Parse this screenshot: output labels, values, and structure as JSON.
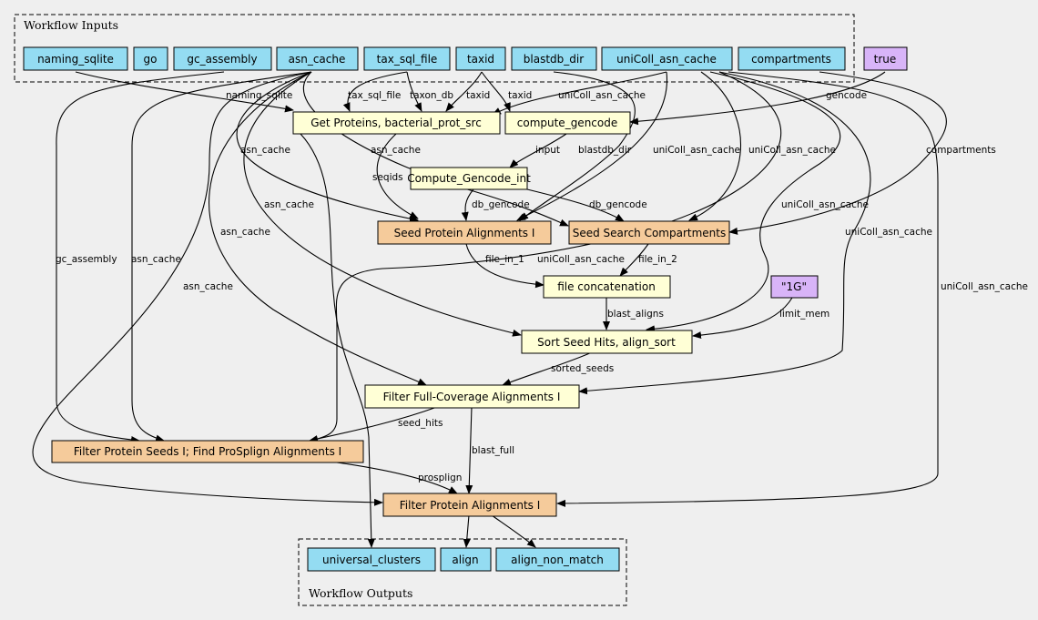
{
  "colors": {
    "background": "#efefef",
    "io_node": "#94dcf2",
    "step_plain": "#ffffd6",
    "step_orange": "#f5cb9b",
    "constant": "#d8b4f8"
  },
  "clusters": {
    "inputs": {
      "label": "Workflow Inputs"
    },
    "outputs": {
      "label": "Workflow Outputs"
    }
  },
  "nodes": {
    "naming_sqlite": "naming_sqlite",
    "go": "go",
    "gc_assembly": "gc_assembly",
    "asn_cache": "asn_cache",
    "tax_sql_file": "tax_sql_file",
    "taxid": "taxid",
    "blastdb_dir": "blastdb_dir",
    "uniColl_asn_cache": "uniColl_asn_cache",
    "compartments": "compartments",
    "true_const": "true",
    "get_proteins": "Get Proteins, bacterial_prot_src",
    "compute_gencode": "compute_gencode",
    "compute_gencode_int": "Compute_Gencode_int",
    "seed_protein": "Seed Protein Alignments I",
    "seed_search": "Seed Search Compartments",
    "file_concat": "file concatenation",
    "mem_const": "\"1G\"",
    "sort_seed": "Sort Seed Hits, align_sort",
    "filter_full": "Filter Full-Coverage Alignments I",
    "filter_seeds": "Filter Protein Seeds I; Find ProSplign Alignments I",
    "filter_protein": "Filter Protein Alignments I",
    "universal_clusters": "universal_clusters",
    "align": "align",
    "align_non_match": "align_non_match"
  },
  "edge_labels": {
    "naming_sqlite": "naming_sqlite",
    "tax_sql_file": "tax_sql_file",
    "taxon_db": "taxon_db",
    "taxid_a": "taxid",
    "taxid_b": "taxid",
    "uniColl_gp": "uniColl_asn_cache",
    "gencode": "gencode",
    "asn_cache_sp": "asn_cache",
    "asn_cache_sc": "asn_cache",
    "input": "input",
    "blastdb_dir": "blastdb_dir",
    "uniColl_sp": "uniColl_asn_cache",
    "uniColl_sc": "uniColl_asn_cache",
    "compartments": "compartments",
    "seqids": "seqids",
    "asn_cache_sort": "asn_cache",
    "db_gencode_sp": "db_gencode",
    "db_gencode_sc": "db_gencode",
    "uniColl_sort": "uniColl_asn_cache",
    "uniColl_ff": "uniColl_asn_cache",
    "asn_cache_ff": "asn_cache",
    "gc_assembly": "gc_assembly",
    "asn_cache_fs": "asn_cache",
    "file_in_1": "file_in_1",
    "uniColl_fs": "uniColl_asn_cache",
    "file_in_2": "file_in_2",
    "uniColl_fp": "uniColl_asn_cache",
    "asn_cache_fp": "asn_cache",
    "blast_aligns": "blast_aligns",
    "limit_mem": "limit_mem",
    "sorted_seeds": "sorted_seeds",
    "seed_hits": "seed_hits",
    "blast_full": "blast_full",
    "prosplign": "prosplign"
  }
}
